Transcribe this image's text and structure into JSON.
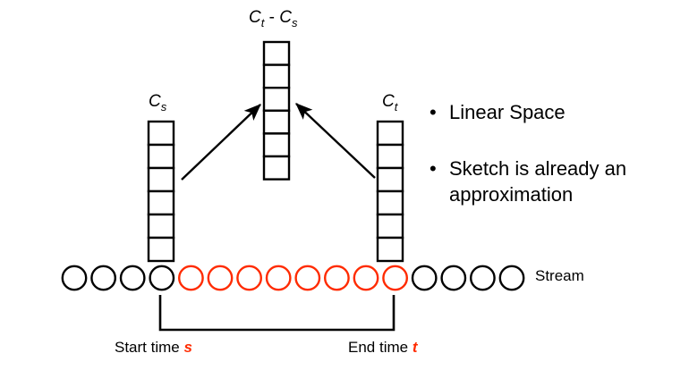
{
  "slide": {
    "title_top_vector": {
      "base": "C",
      "sub_left": "t",
      "operator": " - ",
      "base2": "C",
      "sub_right": "s",
      "cells": 6
    },
    "left_vector": {
      "base": "C",
      "sub": "s",
      "cells": 6
    },
    "right_vector": {
      "base": "C",
      "sub": "t",
      "cells": 6
    },
    "bullets": [
      {
        "marker": "•",
        "text": "Linear Space"
      },
      {
        "marker": "•",
        "text": "Sketch is already an approximation"
      }
    ],
    "stream": {
      "label": "Stream",
      "total_circles": 16,
      "black_prefix": 4,
      "highlighted": 8,
      "black_suffix": 4,
      "highlight_color": "#FF2B00",
      "default_color": "#000000"
    },
    "range_bracket": {
      "start_label_prefix": "Start time ",
      "start_label_var": "s",
      "end_label_prefix": "End time ",
      "end_label_var": "t"
    },
    "colors": {
      "ink": "#000000",
      "accent": "#FF2B00",
      "background": "#FFFFFF"
    }
  }
}
